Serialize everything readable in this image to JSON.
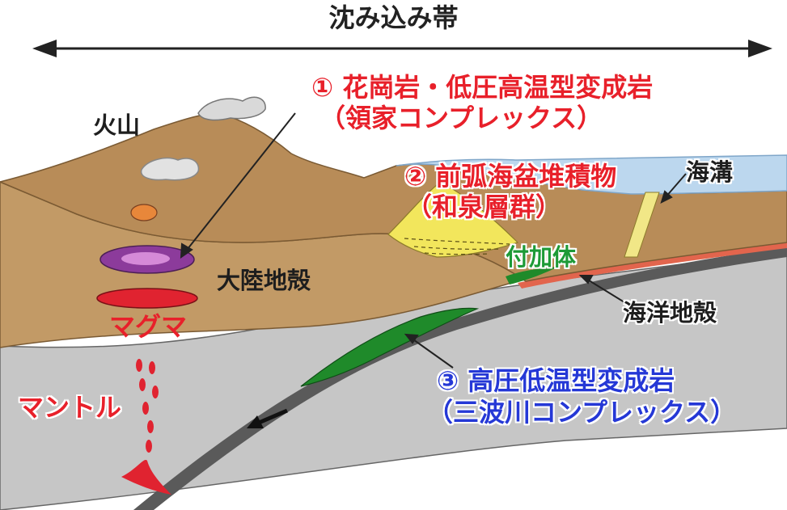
{
  "title": "沈み込み帯",
  "labels": {
    "volcano": "火山",
    "continental_crust": "大陸地殻",
    "magma": "マグマ",
    "mantle": "マントル",
    "accretionary_prism": "付加体",
    "trench": "海溝",
    "oceanic_crust": "海洋地殻"
  },
  "annotations": {
    "item1_line1": "① 花崗岩・低圧高温型変成岩",
    "item1_line2": "（領家コンプレックス）",
    "item2_line1": "② 前弧海盆堆積物",
    "item2_line2": "（和泉層群）",
    "item3_line1": "③ 高圧低温型変成岩",
    "item3_line2": "（三波川コンプレックス）"
  },
  "colors": {
    "crust": "#c49a66",
    "crust_dark": "#9a7346",
    "mantle": "#c8c8c8",
    "ocean": "#bcd7ee",
    "sediment": "#f2e65c",
    "prism": "#1f8a2a",
    "magma": "#e02330",
    "granite": "#8c3b9b",
    "red_text": "#e8202a",
    "green_text": "#1d9a36",
    "blue_text": "#2538d6"
  }
}
